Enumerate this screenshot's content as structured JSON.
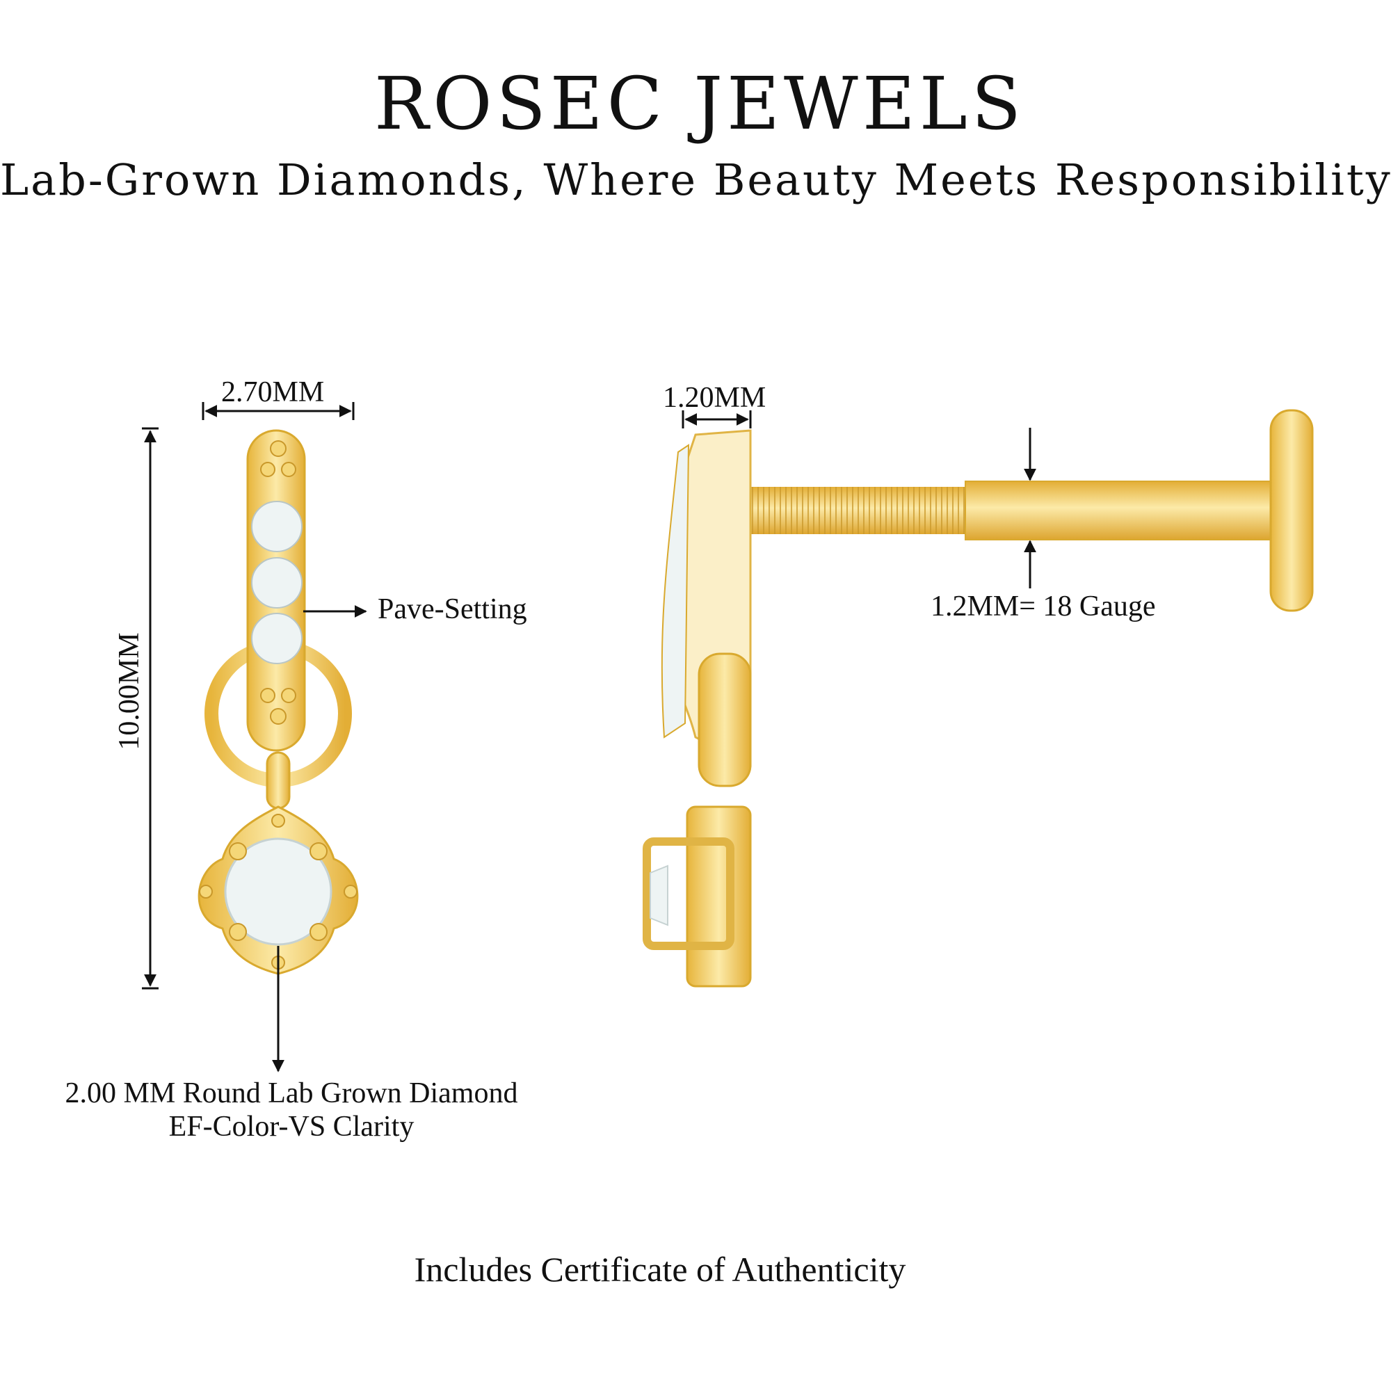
{
  "header": {
    "title": "ROSEC JEWELS",
    "subtitle": "Lab-Grown Diamonds, Where Beauty Meets Responsibility"
  },
  "front_view": {
    "width_label": "2.70MM",
    "height_label": "10.00MM",
    "pave_label": "Pave-Setting",
    "diamond_label_line1": "2.00 MM Round Lab Grown Diamond",
    "diamond_label_line2": "EF-Color-VS Clarity"
  },
  "side_view": {
    "thickness_label": "1.20MM",
    "gauge_label": "1.2MM= 18 Gauge"
  },
  "footer": {
    "text": "Includes Certificate of Authenticity"
  },
  "colors": {
    "gold": "#F2C94C",
    "gold_light": "#FBE7A6",
    "gold_dark": "#D9A92E",
    "diamond": "#EEF4F4"
  }
}
